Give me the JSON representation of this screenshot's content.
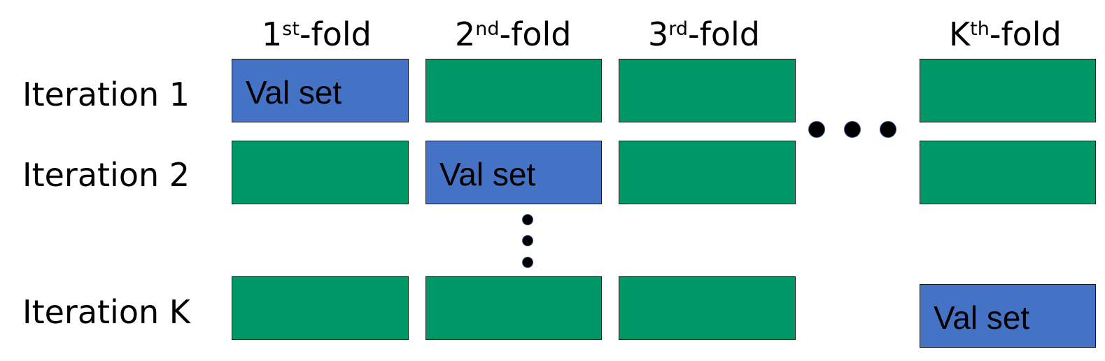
{
  "columns": [
    {
      "num": "1",
      "sup": "st",
      "suffix": "-fold"
    },
    {
      "num": "2",
      "sup": "nd",
      "suffix": "-fold"
    },
    {
      "num": "3",
      "sup": "rd",
      "suffix": "-fold"
    },
    {
      "num": "K",
      "sup": "th",
      "suffix": "-fold"
    }
  ],
  "rows": [
    {
      "label": "Iteration 1",
      "val_fold": "1st"
    },
    {
      "label": "Iteration 2",
      "val_fold": "2nd"
    },
    {
      "label": "Iteration K",
      "val_fold": "Kth"
    }
  ],
  "val_label": "Val set",
  "colors": {
    "train": "#009767",
    "val": "#4472c4",
    "border": "#1a1a1a",
    "dot": "#000000"
  }
}
